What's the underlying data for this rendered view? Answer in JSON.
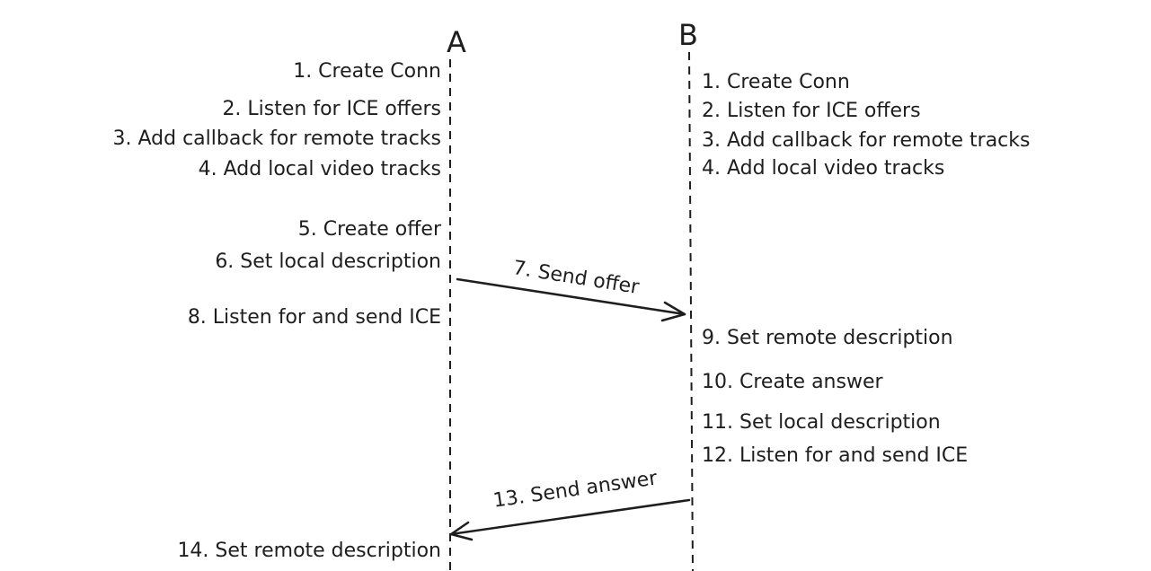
{
  "actors": {
    "a": {
      "name": "A"
    },
    "b": {
      "name": "B"
    }
  },
  "steps_a": [
    "1. Create Conn",
    "2. Listen for ICE offers",
    "3. Add callback for remote tracks",
    "4. Add local video tracks",
    "5. Create offer",
    "6. Set local description",
    "8. Listen for and send ICE",
    "14. Set remote description"
  ],
  "steps_b": [
    "1. Create Conn",
    "2. Listen for ICE offers",
    "3. Add callback for remote tracks",
    "4. Add local video tracks",
    "9. Set remote description",
    "10. Create answer",
    "11. Set local description",
    "12. Listen for and send ICE"
  ],
  "messages": [
    {
      "label": "7. Send offer",
      "from": "A",
      "to": "B"
    },
    {
      "label": "13. Send answer",
      "from": "B",
      "to": "A"
    }
  ]
}
